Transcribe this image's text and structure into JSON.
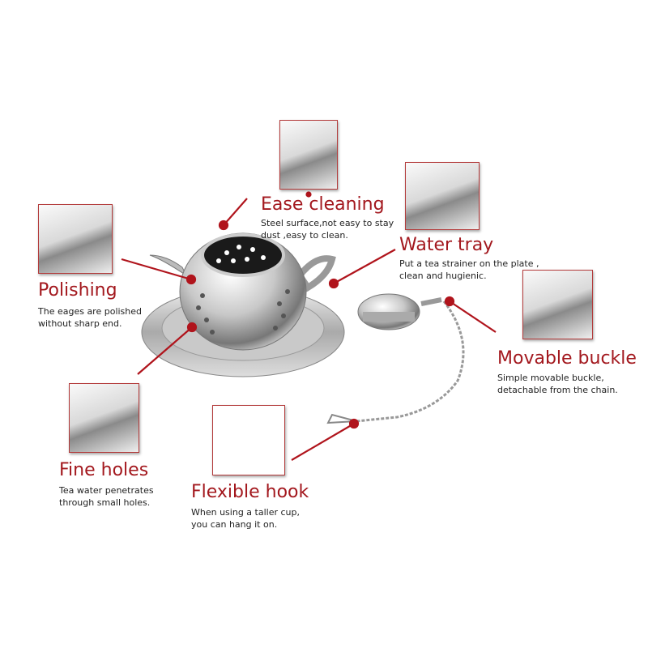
{
  "accent_color": "#a3181e",
  "features": [
    {
      "id": "ease-cleaning",
      "title": "Ease cleaning",
      "lines": [
        "Steel surface,not easy to stay",
        "dust ,easy to clean."
      ]
    },
    {
      "id": "water-tray",
      "title": "Water tray",
      "lines": [
        "Put a tea strainer on the plate ,",
        "clean and hugienic."
      ]
    },
    {
      "id": "polishing",
      "title": "Polishing",
      "lines": [
        "The eages are polished",
        "without sharp end."
      ]
    },
    {
      "id": "movable-buckle",
      "title": "Movable buckle",
      "lines": [
        "Simple movable buckle,",
        "detachable from the chain."
      ]
    },
    {
      "id": "fine-holes",
      "title": "Fine holes",
      "lines": [
        "Tea water penetrates",
        "through small holes."
      ]
    },
    {
      "id": "flexible-hook",
      "title": "Flexible hook",
      "lines": [
        "When using a taller cup,",
        "you can hang it on."
      ]
    }
  ]
}
